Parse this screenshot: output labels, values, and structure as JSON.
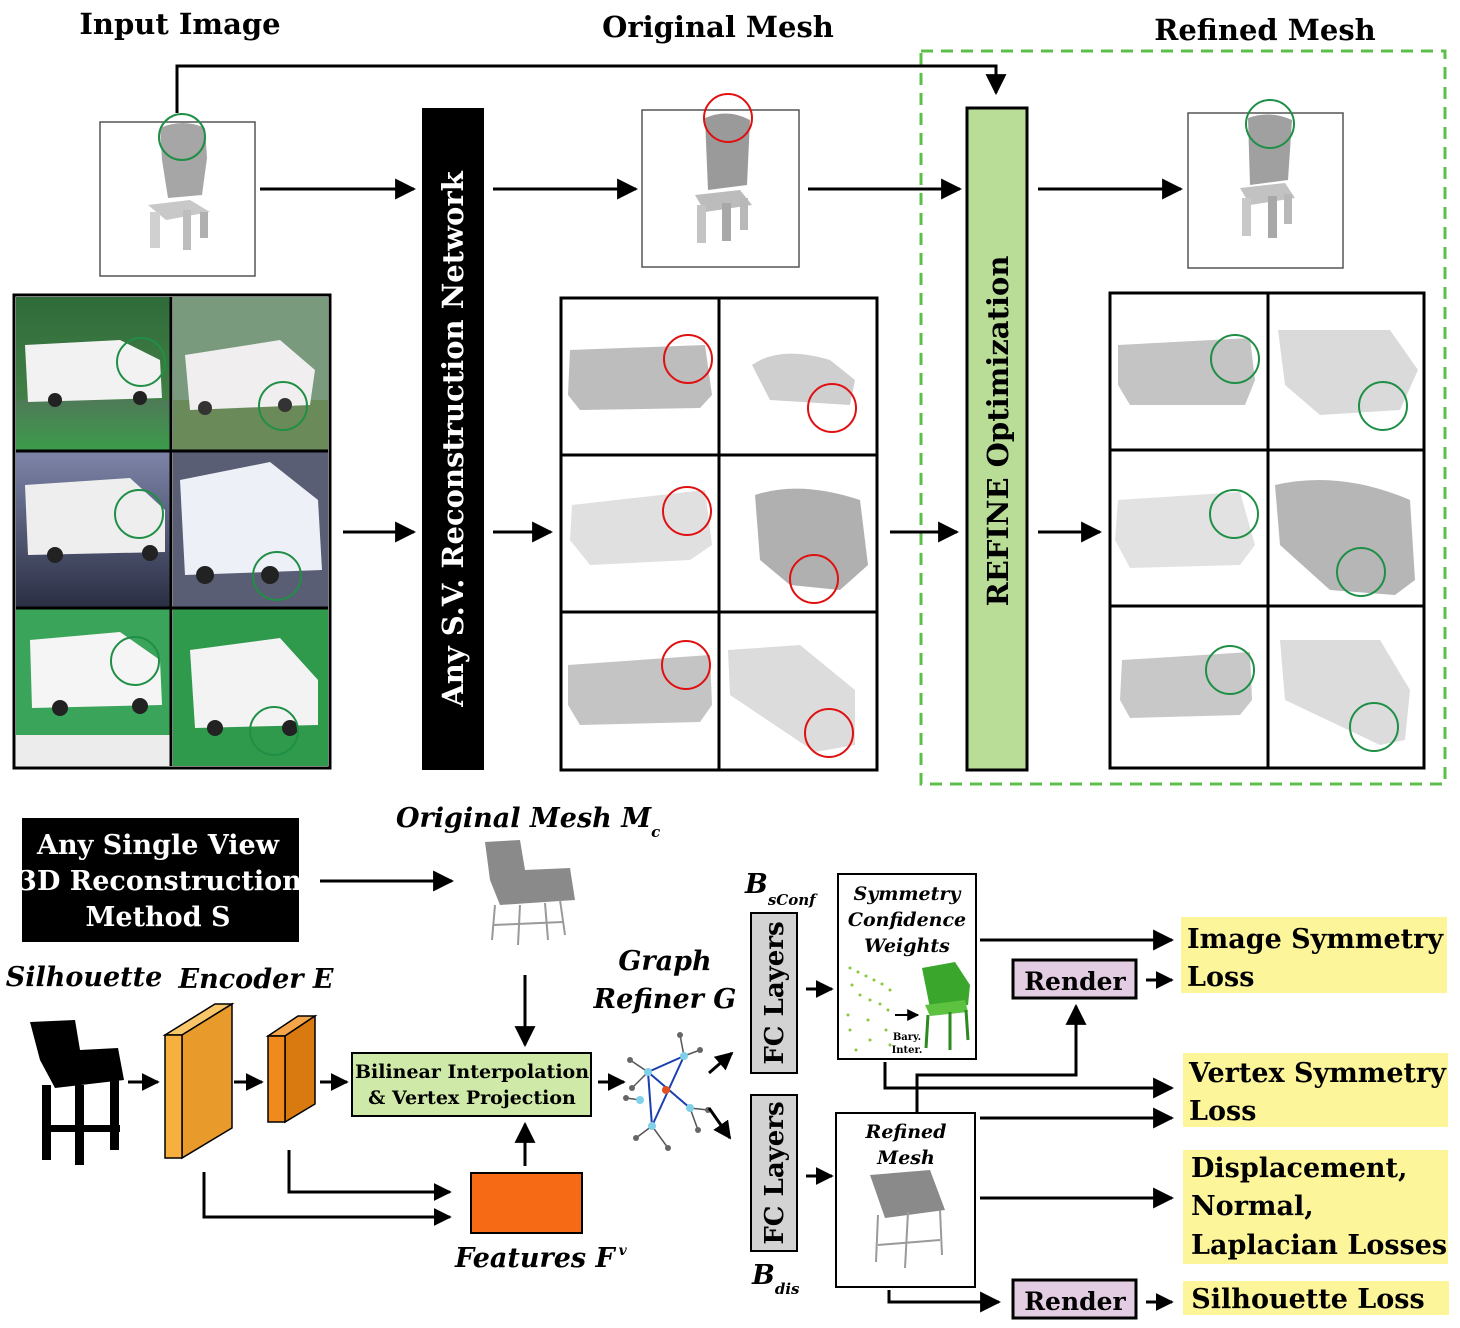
{
  "top": {
    "input_image_title": "Input Image",
    "original_mesh_title": "Original Mesh",
    "refined_mesh_title": "Refined Mesh",
    "network_label": "Any S.V. Reconstruction Network",
    "refine_label": "REFINE Optimization"
  },
  "bottom": {
    "method_box": [
      "Any Single View",
      "3D Reconstruction",
      "Method S"
    ],
    "original_mesh_label": "Original Mesh M",
    "original_mesh_sub": "c",
    "silhouette_label": "Silhouette",
    "encoder_label": "Encoder E",
    "bilinear_box": [
      "Bilinear Interpolation",
      "& Vertex Projection"
    ],
    "features_label": "Features F",
    "features_sup": "v",
    "graph_refiner_label": [
      "Graph",
      "Refiner G"
    ],
    "b_sconf_label": "B",
    "b_sconf_sub": "sConf",
    "b_dis_label": "B",
    "b_dis_sub": "dis",
    "fc_top": "FC Layers",
    "fc_bottom": "FC Layers",
    "symmetry_box": [
      "Symmetry",
      "Confidence",
      "Weights"
    ],
    "bary_label": [
      "Bary.",
      "Inter."
    ],
    "refined_mesh_box": [
      "Refined",
      "Mesh"
    ],
    "render_top": "Render",
    "render_bottom": "Render",
    "losses": {
      "image_symmetry": [
        "Image Symmetry",
        "Loss"
      ],
      "vertex_symmetry": [
        "Vertex Symmetry",
        "Loss"
      ],
      "displacement": [
        "Displacement,",
        "Normal,",
        "Laplacian Losses"
      ],
      "silhouette": "Silhouette Loss"
    }
  },
  "colors": {
    "refine_fill": "#b9dd97",
    "bilinear_fill": "#cfe9a8",
    "loss_fill": "#fdf59a",
    "render_fill": "#e3cde3",
    "encoder_big": "#f7b040",
    "encoder_small": "#f08a1c",
    "features_fill": "#f76a15",
    "fc_fill": "#d3d3d3",
    "red_circle": "#e01010",
    "green_circle": "#1f8f46",
    "dashed_green": "#5cbf4a"
  }
}
